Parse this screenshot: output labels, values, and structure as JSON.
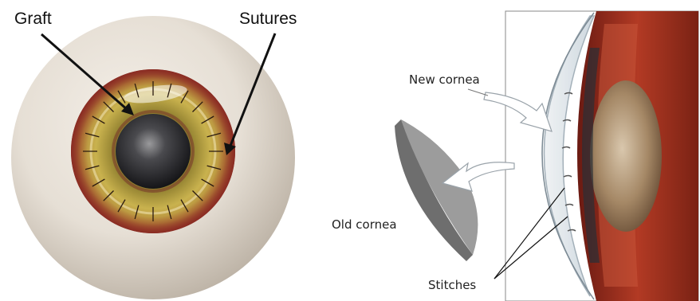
{
  "left_panel": {
    "labels": {
      "graft": "Graft",
      "sutures": "Sutures"
    }
  },
  "right_panel": {
    "labels": {
      "new_cornea": "New cornea",
      "old_cornea": "Old cornea",
      "stitches": "Stitches"
    }
  }
}
